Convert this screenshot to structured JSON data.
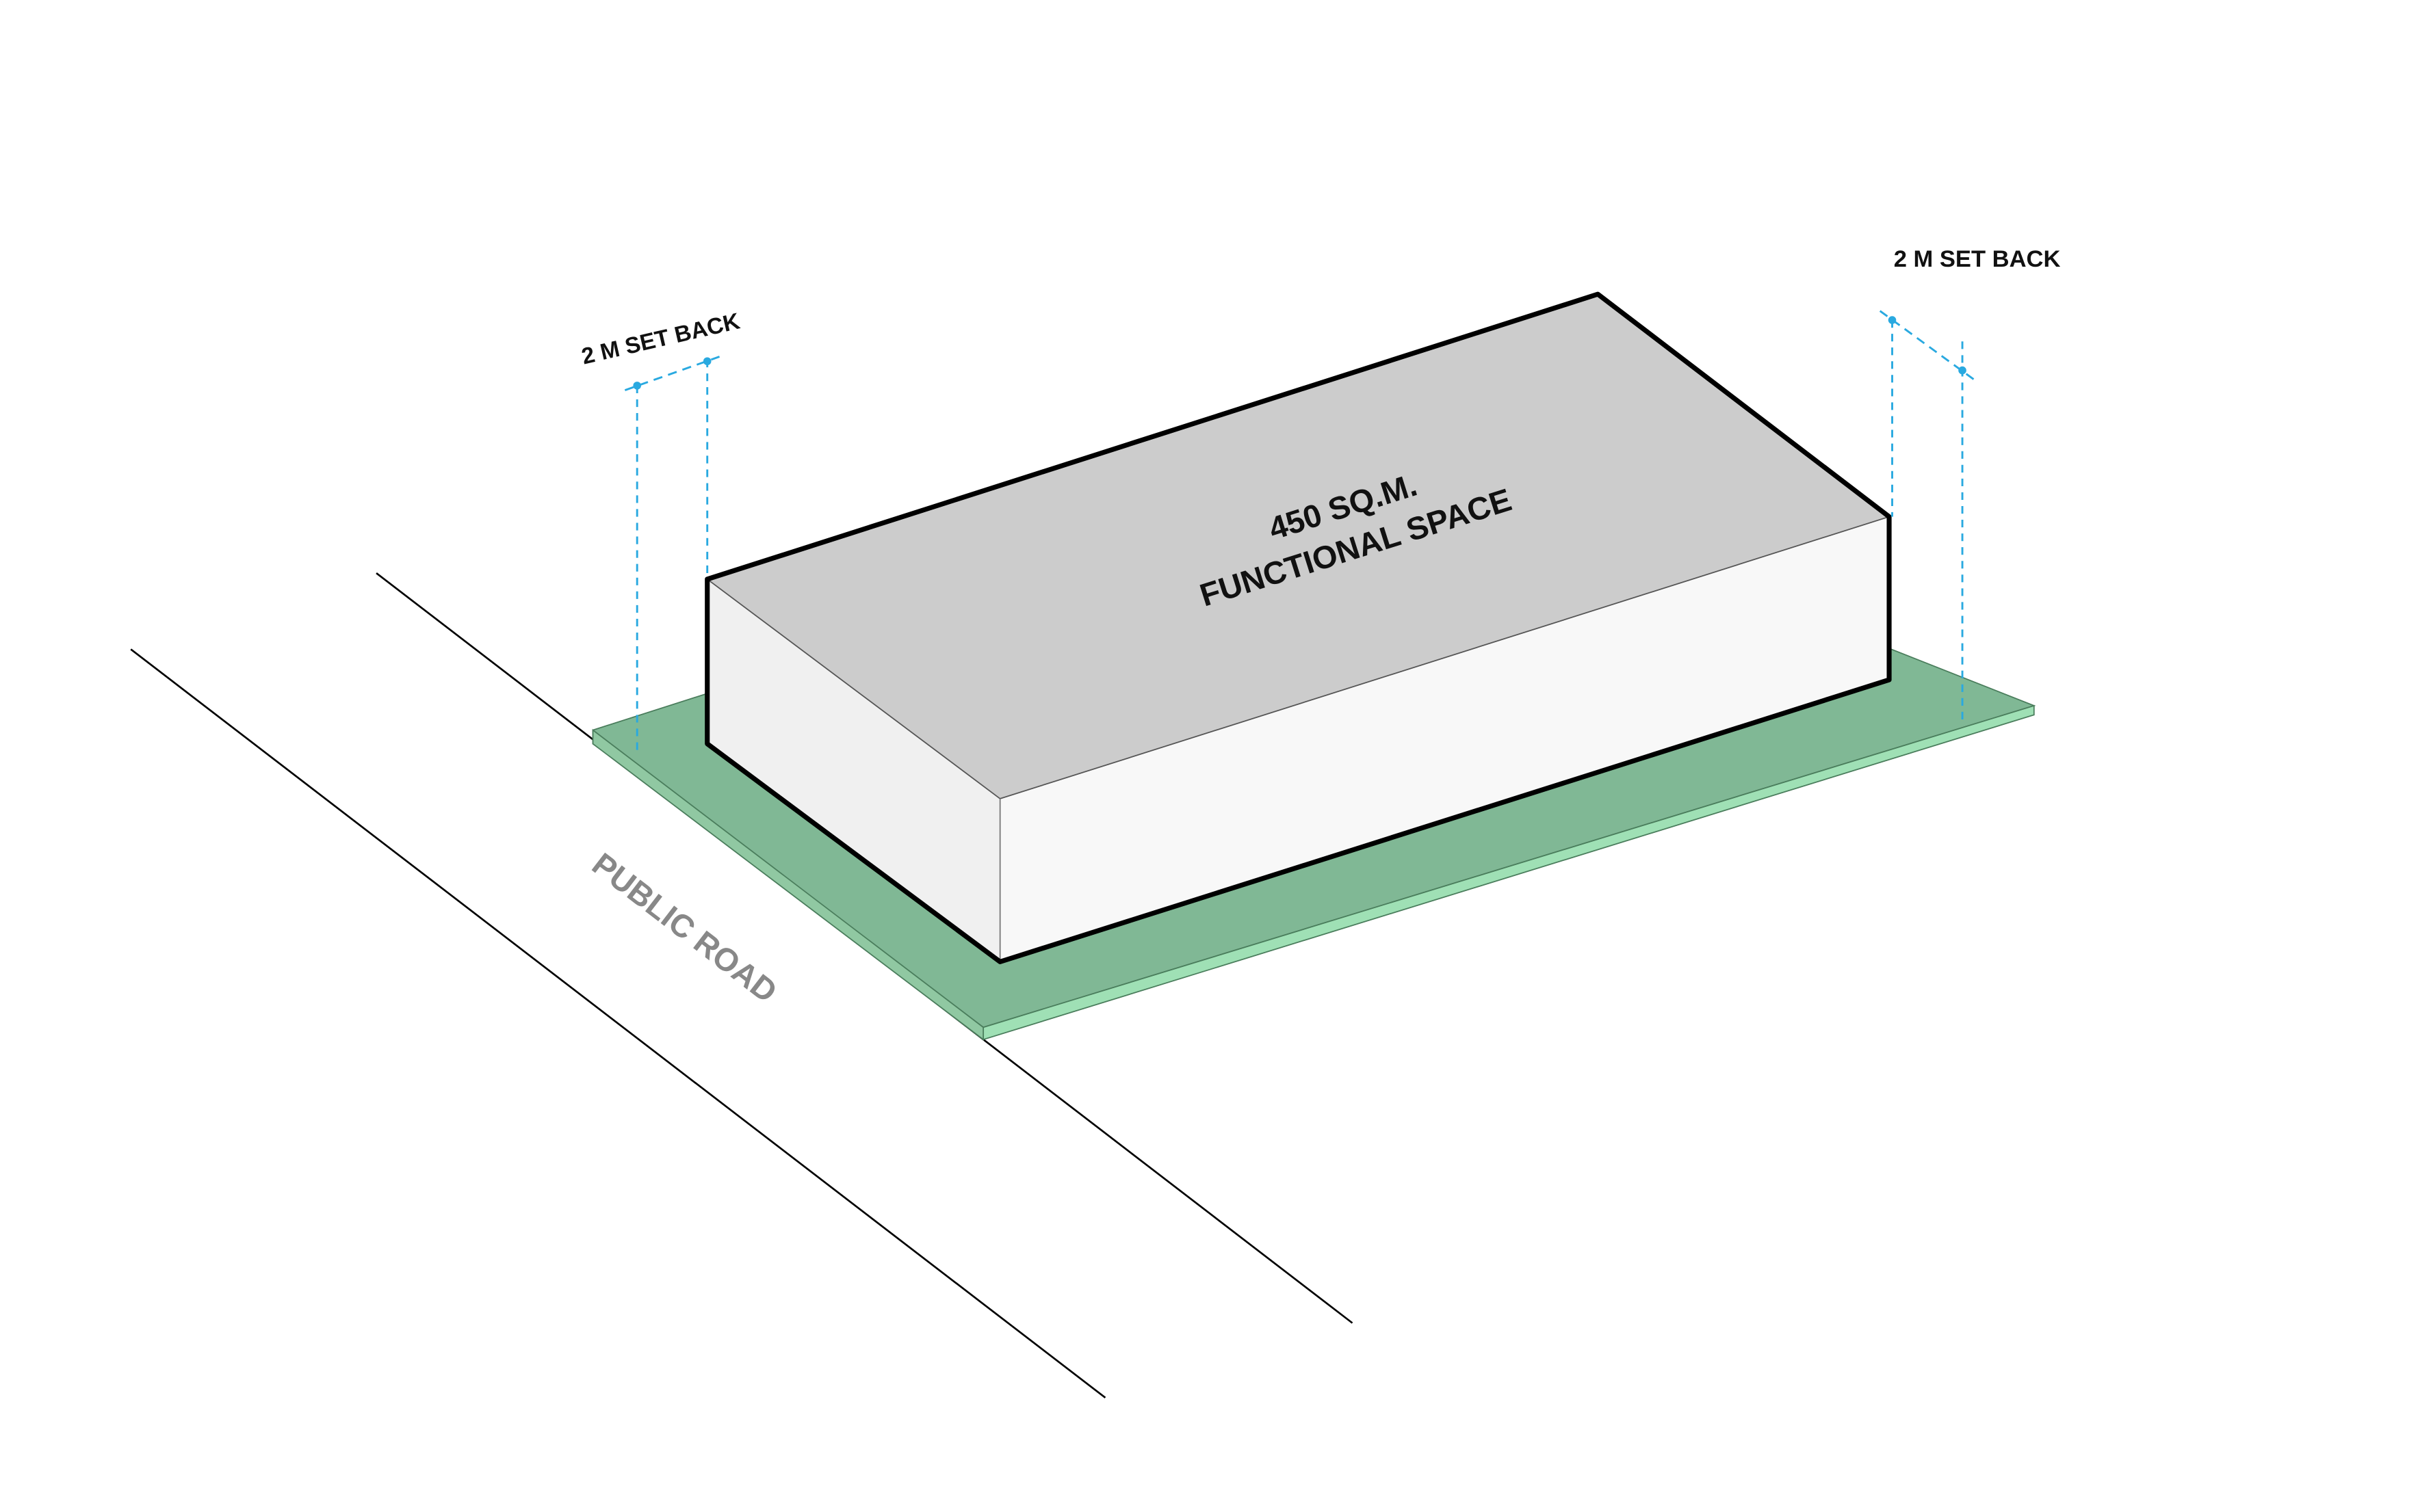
{
  "building": {
    "area_line1": "450 SQ.M.",
    "area_line2": "FUNCTIONAL SPACE"
  },
  "setback_left": {
    "label": "2 M SET BACK"
  },
  "setback_right": {
    "label": "2 M SET BACK"
  },
  "road": {
    "label": "PUBLIC ROAD"
  },
  "colors": {
    "site_top": "#80b895",
    "site_edge": "#9fe0b5",
    "roof": "#cccccc",
    "front_wall": "#f8f8f8",
    "side_wall": "#f0f0f0",
    "outline": "#000000",
    "setback_line": "#29a9e0",
    "road_text": "#888888"
  }
}
